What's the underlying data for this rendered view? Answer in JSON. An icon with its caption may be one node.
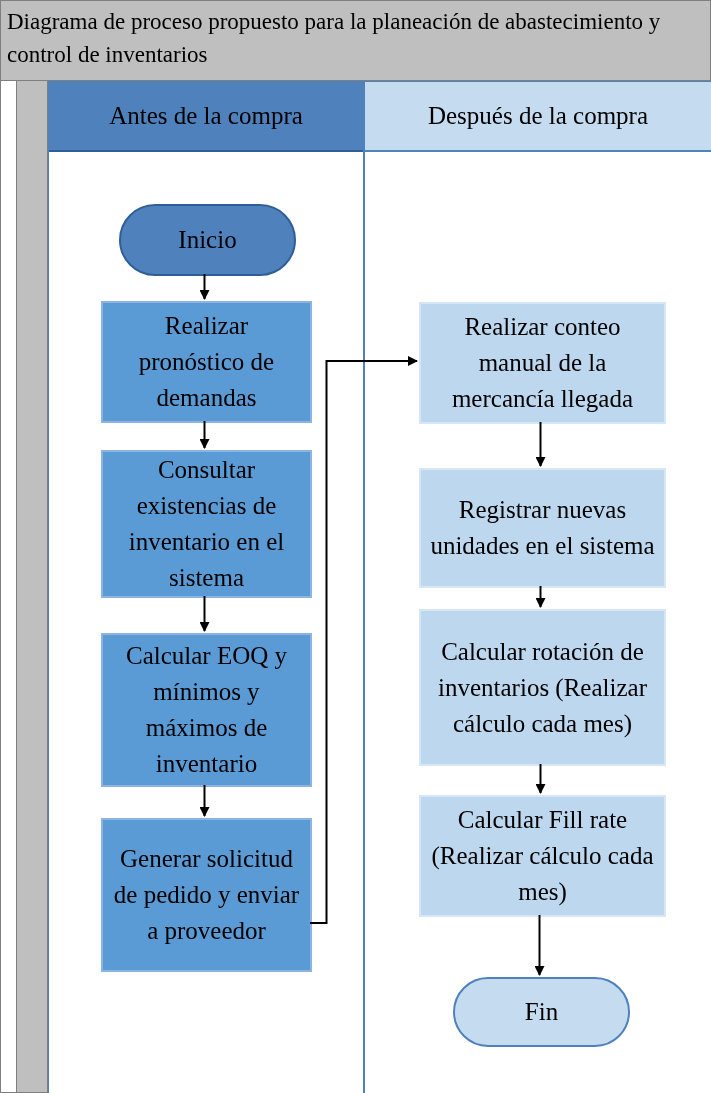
{
  "diagram": {
    "nodes": [
      {
        "text": [
          "Diagrama de proceso propuesto para la planeación de abastecimiento y control de inventarios"
        ]
      },
      {
        "text": [
          "Antes de la compra"
        ],
        "in": 0
      },
      {
        "text": [
          "Después de la compra"
        ],
        "in": 0
      },
      {
        "text": [
          "Inicio"
        ],
        "in": 1
      },
      {
        "text": [
          "Realizar pronóstico de demandas"
        ],
        "in": 1
      },
      {
        "text": [
          "Consultar existencias de inventario en el sistema"
        ],
        "in": 1
      },
      {
        "text": [
          "Calcular EOQ y mínimos y máximos de inventario"
        ],
        "in": 1
      },
      {
        "text": [
          "Generar solicitud de pedido y enviar a proveedor"
        ],
        "in": 1
      },
      {
        "text": [
          "Realizar conteo manual de la mercancía llegada"
        ],
        "in": 2
      },
      {
        "text": [
          "Registrar nuevas unidades en el sistema"
        ],
        "in": 2
      },
      {
        "text": [
          "Calcular rotación de inventarios (Realizar cálculo cada mes)"
        ],
        "in": 2
      },
      {
        "text": [
          "Calcular Fill rate (Realizar cálculo cada mes)"
        ],
        "in": 2
      },
      {
        "text": [
          "Fin"
        ],
        "in": 2
      }
    ],
    "edges": [
      {
        "from": 3,
        "to": 4,
        "arrow": "to"
      },
      {
        "from": 4,
        "to": 5,
        "arrow": "to"
      },
      {
        "from": 5,
        "to": 6,
        "arrow": "to"
      },
      {
        "from": 6,
        "to": 7,
        "arrow": "to"
      },
      {
        "from": 7,
        "to": 8,
        "arrow": "to"
      },
      {
        "from": 8,
        "to": 9,
        "arrow": "to"
      },
      {
        "from": 9,
        "to": 10,
        "arrow": "to"
      },
      {
        "from": 10,
        "to": 11,
        "arrow": "to"
      },
      {
        "from": 11,
        "to": 12,
        "arrow": "to"
      }
    ]
  }
}
